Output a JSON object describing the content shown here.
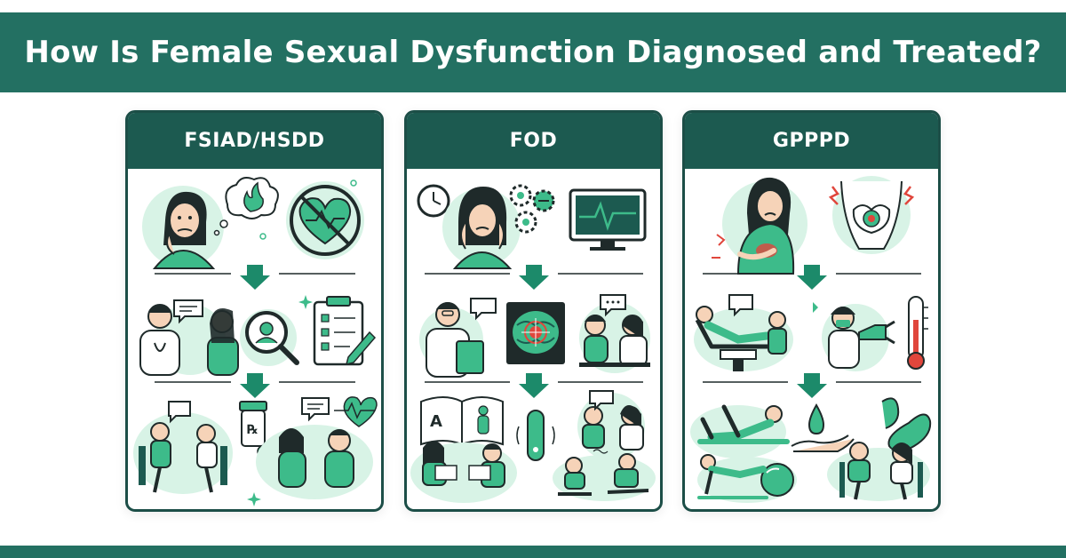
{
  "header": {
    "title": "How Is Female Sexual Dysfunction Diagnosed and Treated?"
  },
  "colors": {
    "band": "#237062",
    "panel_header": "#1c5a50",
    "panel_border": "#1c4e47",
    "accent_green": "#3dbb8a",
    "soft_mint": "#d8f3e6",
    "alert_red": "#e0463c",
    "ink": "#1f2a2a"
  },
  "panels": [
    {
      "title": "FSIAD/HSDD",
      "rows": [
        {
          "icons": [
            "sad-woman-thinking-icon",
            "thought-bubble-flame-icon",
            "no-heart-icon"
          ]
        },
        {
          "icons": [
            "doctor-consultation-icon",
            "magnifier-person-icon",
            "checklist-clipboard-icon"
          ]
        },
        {
          "icons": [
            "couple-counseling-icon",
            "prescription-bottle-icon",
            "heart-monitor-icon",
            "couple-talking-icon"
          ]
        }
      ]
    },
    {
      "title": "FOD",
      "rows": [
        {
          "icons": [
            "clock-icon",
            "stressed-woman-icon",
            "gears-icon",
            "monitor-heartbeat-icon"
          ]
        },
        {
          "icons": [
            "doctor-clipboard-icon",
            "brain-scan-icon",
            "patient-doctor-talk-icon"
          ]
        },
        {
          "icons": [
            "anatomy-book-icon",
            "couple-reading-icon",
            "vibrator-device-icon",
            "therapy-session-icon",
            "relaxing-couple-icon"
          ]
        }
      ]
    },
    {
      "title": "GPPPD",
      "rows": [
        {
          "icons": [
            "woman-pelvic-pain-icon",
            "pelvis-pain-icon"
          ]
        },
        {
          "icons": [
            "exam-chair-icon",
            "doctor-speculum-icon",
            "thermometer-icon"
          ]
        },
        {
          "icons": [
            "pelvic-exercise-icon",
            "lubricant-drop-hand-icon",
            "dilator-icon",
            "exercise-ball-icon",
            "couple-therapist-icon"
          ]
        }
      ]
    }
  ]
}
